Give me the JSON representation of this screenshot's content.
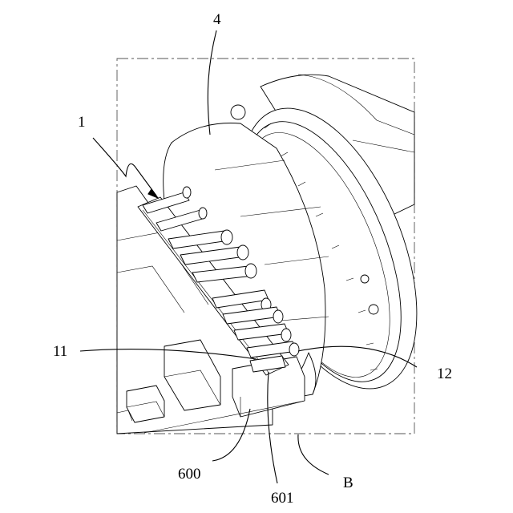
{
  "labels": {
    "l1": "1",
    "l4": "4",
    "l11": "11",
    "l12": "12",
    "l600": "600",
    "l601": "601",
    "lB": "B"
  },
  "colors": {
    "line": "#000000",
    "background": "#ffffff",
    "dash": "#555555"
  }
}
